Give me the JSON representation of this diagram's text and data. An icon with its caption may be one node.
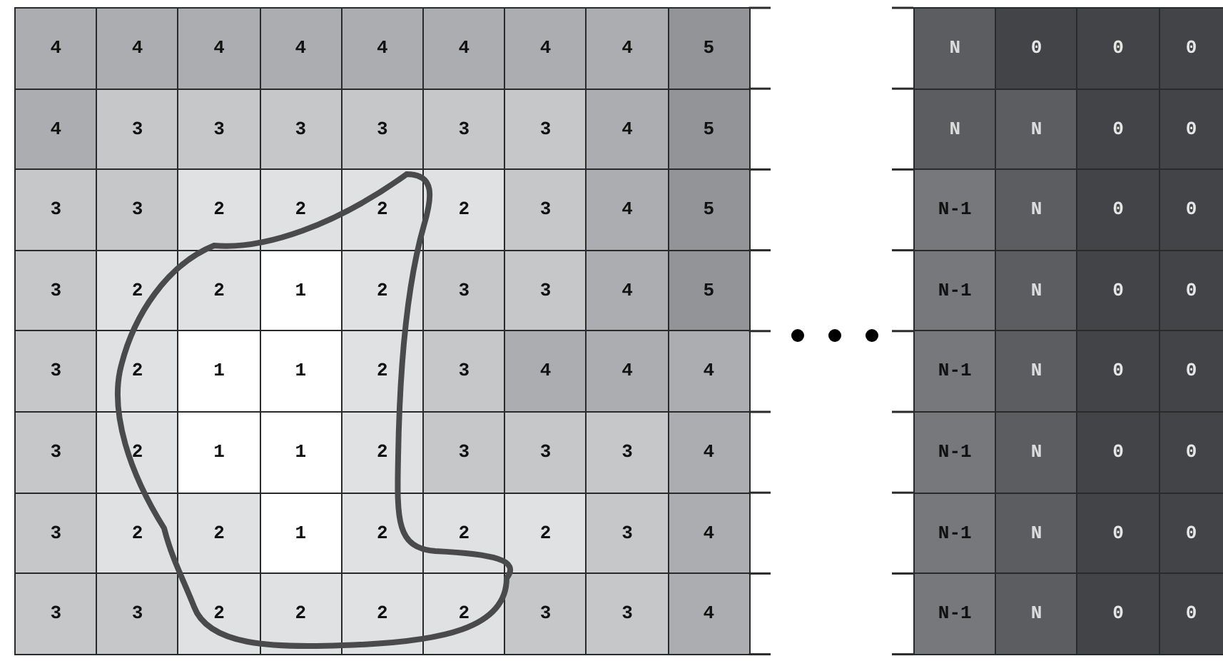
{
  "diagram": {
    "labels": [
      "4",
      "4",
      "4",
      "4",
      "4",
      "4",
      "4",
      "4",
      "5",
      "4",
      "3",
      "3",
      "3",
      "3",
      "3",
      "3",
      "4",
      "5",
      "3",
      "3",
      "2",
      "2",
      "2",
      "2",
      "3",
      "4",
      "5",
      "3",
      "2",
      "2",
      "1",
      "2",
      "3",
      "3",
      "4",
      "5",
      "3",
      "2",
      "1",
      "1",
      "2",
      "3",
      "4",
      "4",
      "4",
      "3",
      "2",
      "1",
      "1",
      "2",
      "3",
      "3",
      "3",
      "4",
      "3",
      "2",
      "2",
      "1",
      "2",
      "2",
      "2",
      "3",
      "4",
      "3",
      "3",
      "2",
      "2",
      "2",
      "2",
      "3",
      "3",
      "4",
      "N",
      "0",
      "0",
      "0",
      "N",
      "N",
      "0",
      "0",
      "N-1",
      "N",
      "0",
      "0",
      "N-1",
      "N",
      "0",
      "0",
      "N-1",
      "N",
      "0",
      "0",
      "N-1",
      "N",
      "0",
      "0",
      "N-1",
      "N",
      "0",
      "0",
      "N-1",
      "N",
      "0",
      "0"
    ]
  }
}
